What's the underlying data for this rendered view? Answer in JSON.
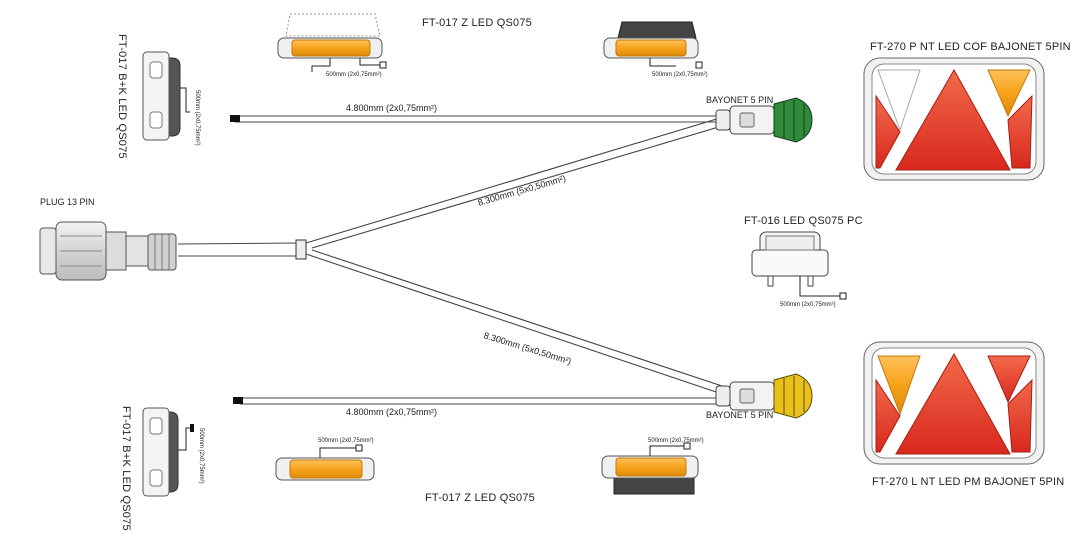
{
  "labels": {
    "top_marker_title": "FT-017 Z LED  QS075",
    "bottom_marker_title": "FT-017 Z LED  QS075",
    "marker_cable": "500mm (2x0,75mm²)",
    "side_left_top": "FT-017 B+K LED QS075",
    "side_left_bottom": "FT-017 B+K LED QS075",
    "side_cable": "500mm (2x0,75mm²)",
    "plug": "PLUG 13 PIN",
    "bayonet_top": "BAYONET 5 PIN",
    "bayonet_bottom": "BAYONET 5 PIN",
    "cable_top_straight": "4.800mm  (2x0,75mm²)",
    "cable_bottom_straight": "4.800mm  (2x0,75mm²)",
    "cable_diag_top": "8.300mm  (5x0,50mm²)",
    "cable_diag_bottom": "8.300mm  (5x0,50mm²)",
    "plate_lamp_title": "FT-016 LED QS075 PC",
    "plate_lamp_cable": "500mm (2x0,75mm²)",
    "lamp_right_top": "FT-270 P NT LED COF BAJONET 5PIN",
    "lamp_right_bottom": "FT-270 L NT LED PM BAJONET 5PIN"
  },
  "colors": {
    "amber": "#f7a21b",
    "red": "#e5362c",
    "green_connector": "#2f8a3a",
    "yellow_connector": "#e8c21a",
    "cable": "#444444"
  }
}
